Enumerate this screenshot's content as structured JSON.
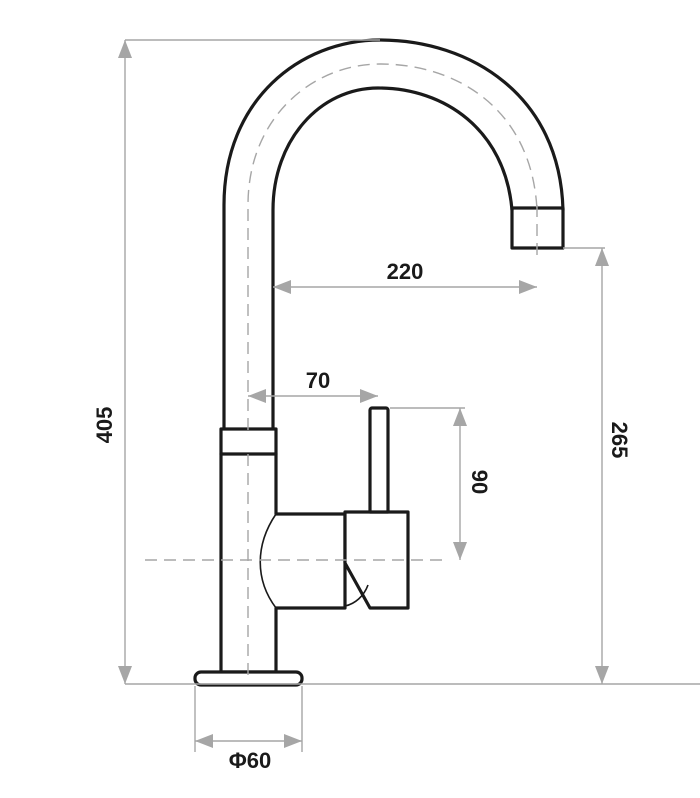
{
  "dimensions": {
    "total_height": "405",
    "spout_height": "265",
    "spout_reach": "220",
    "handle_offset": "70",
    "handle_length": "90",
    "base_diameter": "Φ60"
  },
  "colors": {
    "outline": "#1a1a1a",
    "dimension_line": "#a6a6a6",
    "background": "#ffffff"
  }
}
